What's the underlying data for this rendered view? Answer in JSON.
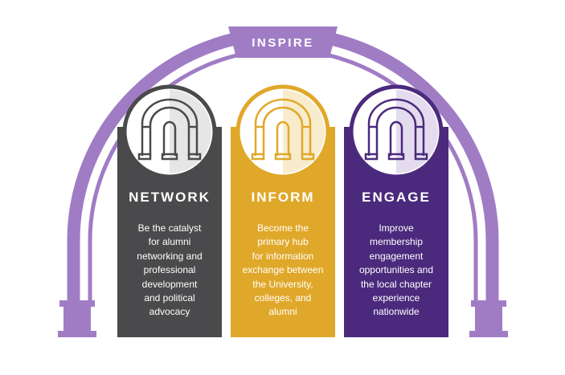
{
  "banner": {
    "label": "INSPIRE"
  },
  "colors": {
    "arch": "#a07cc5",
    "arch_dark": "#8e67b8",
    "network": "#4a4a4c",
    "inform": "#e0a82a",
    "engage": "#4b2a7d"
  },
  "pillars": [
    {
      "title": "NETWORK",
      "lines": [
        "Be the catalyst",
        "for alumni",
        "networking and",
        "professional",
        "development",
        "and political",
        "advocacy"
      ]
    },
    {
      "title": "INFORM",
      "lines": [
        "Become the",
        "primary hub",
        "for information",
        "exchange between",
        "the University,",
        "colleges, and",
        "alumni"
      ]
    },
    {
      "title": "ENGAGE",
      "lines": [
        "Improve",
        "membership",
        "engagement",
        "opportunities and",
        "the local chapter",
        "experience",
        "nationwide"
      ]
    }
  ]
}
